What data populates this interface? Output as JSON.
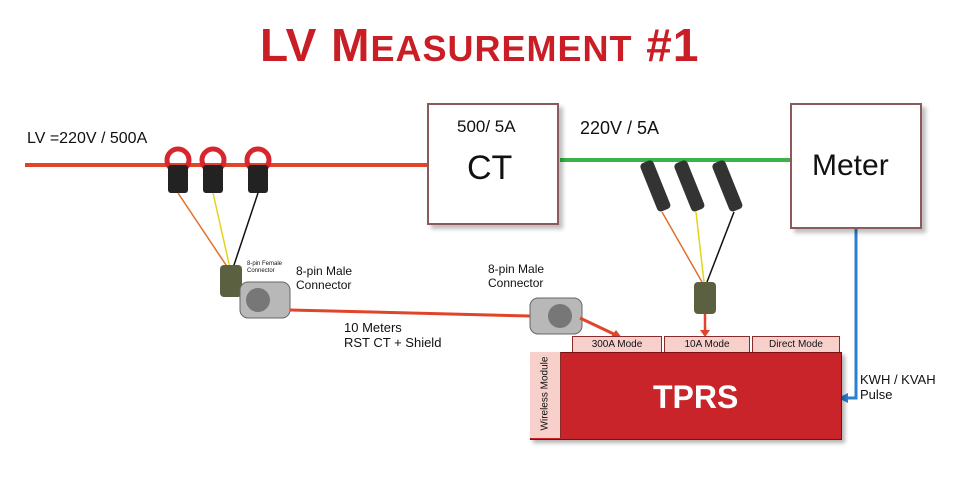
{
  "title": {
    "first": "LV",
    "cap_m": "M",
    "rest": "EASUREMENT",
    "num": "#1"
  },
  "line_label": "LV =220V / 500A",
  "ct": {
    "ratio": "500/ 5A",
    "name": "CT"
  },
  "secondary_label": "220V / 5A",
  "meter": {
    "name": "Meter"
  },
  "female_connector_label": "8-pin Female Connector",
  "male_connector_left": {
    "line1": "8-pin Male",
    "line2": "Connector"
  },
  "male_connector_right": {
    "line1": "8-pin Male",
    "line2": "Connector"
  },
  "cable": {
    "line1": "10 Meters",
    "line2": "RST CT + Shield"
  },
  "tprs": {
    "name": "TPRS",
    "wireless": "Wireless Module",
    "modes": [
      "300A Mode",
      "10A Mode",
      "Direct Mode"
    ]
  },
  "pulse": {
    "line1": "KWH / KVAH",
    "line2": "Pulse"
  },
  "colors": {
    "title": "#c91e25",
    "power_line": "#e0452a",
    "secondary_line": "#38b44a",
    "pulse_line": "#2a7fd0",
    "cable": "#e0452a",
    "tprs": "#c9242a"
  }
}
